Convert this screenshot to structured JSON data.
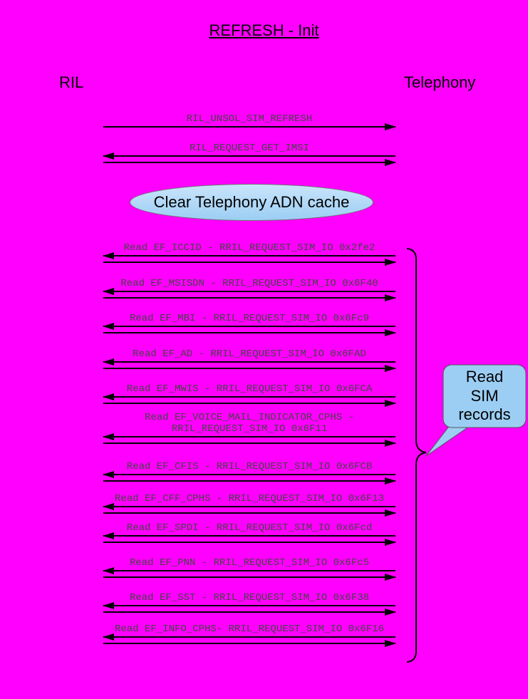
{
  "title": "REFRESH - Init",
  "actors": {
    "left": "RIL",
    "right": "Telephony"
  },
  "note": {
    "text": "Clear Telephony ADN cache"
  },
  "callout": {
    "text": "Read SIM records"
  },
  "colors": {
    "background": "#FF00FF",
    "bubble_fill": "#9CCEF4",
    "line": "#000000",
    "label_text": "#444444"
  },
  "messages": [
    {
      "label": "RIL_UNSOL_SIM_REFRESH",
      "direction": "right"
    },
    {
      "label": "RIL_REQUEST_GET_IMSI",
      "direction": "request-response"
    },
    {
      "label": "Read EF_ICCID - RRIL_REQUEST_SIM_IO 0x2fe2",
      "direction": "request-response"
    },
    {
      "label": "Read EF_MSISDN - RRIL_REQUEST_SIM_IO 0x6F40",
      "direction": "request-response"
    },
    {
      "label": "Read EF_MBI - RRIL_REQUEST_SIM_IO 0x6Fc9",
      "direction": "request-response"
    },
    {
      "label": "Read EF_AD - RRIL_REQUEST_SIM_IO 0x6FAD",
      "direction": "request-response"
    },
    {
      "label": "Read EF_MWIS - RRIL_REQUEST_SIM_IO 0x6FCA",
      "direction": "request-response"
    },
    {
      "label": "Read EF_VOICE_MAIL_INDICATOR_CPHS - RRIL_REQUEST_SIM_IO 0x6F11",
      "direction": "request-response"
    },
    {
      "label": "Read EF_CFIS - RRIL_REQUEST_SIM_IO 0x6FCB",
      "direction": "request-response"
    },
    {
      "label": "Read EF_CFF_CPHS - RRIL_REQUEST_SIM_IO 0x6F13",
      "direction": "request-response"
    },
    {
      "label": "Read EF_SPDI - RRIL_REQUEST_SIM_IO 0x6Fcd",
      "direction": "request-response"
    },
    {
      "label": "Read EF_PNN - RRIL_REQUEST_SIM_IO 0x6Fc5",
      "direction": "request-response"
    },
    {
      "label": "Read EF_SST - RRIL_REQUEST_SIM_IO 0x6F38",
      "direction": "request-response"
    },
    {
      "label": "Read EF_INFO_CPHS- RRIL_REQUEST_SIM_IO 0x6F16",
      "direction": "request-response"
    }
  ]
}
